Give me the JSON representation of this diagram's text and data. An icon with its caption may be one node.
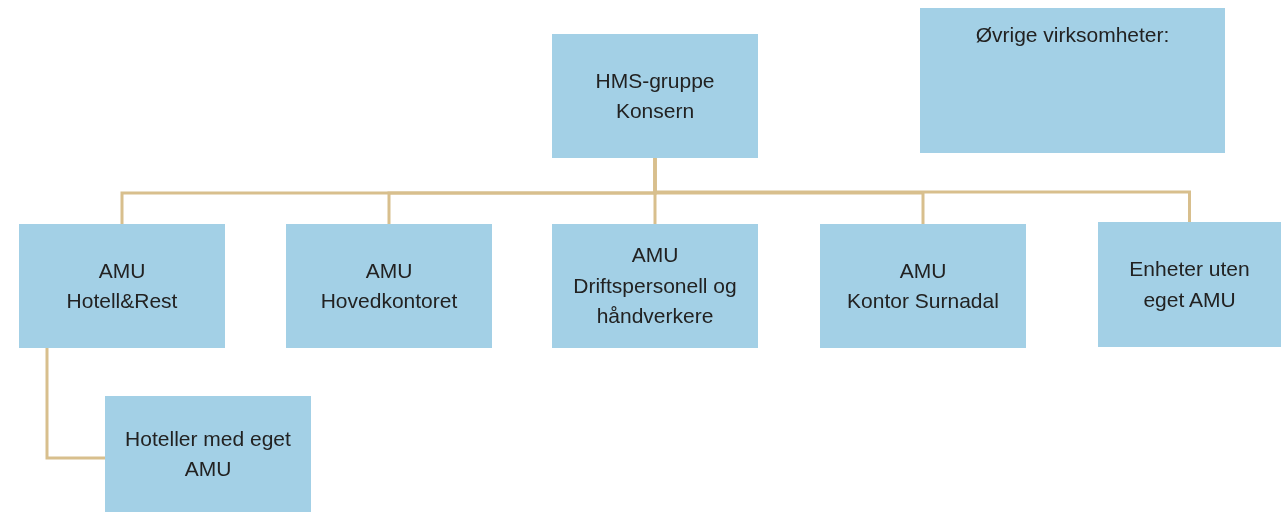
{
  "diagram": {
    "nodes": [
      {
        "text": [
          "HMS-gruppe",
          "Konsern"
        ]
      },
      {
        "text": [
          "Øvrige virksomheter:"
        ]
      },
      {
        "text": [
          "AMU",
          "Hotell&Rest"
        ]
      },
      {
        "text": [
          "AMU",
          "Hovedkontoret"
        ]
      },
      {
        "text": [
          "AMU",
          "Driftspersonell og håndverkere"
        ]
      },
      {
        "text": [
          "AMU",
          "Kontor Surnadal"
        ]
      },
      {
        "text": [
          "Enheter uten eget AMU"
        ]
      },
      {
        "text": [
          "Hoteller med eget AMU"
        ]
      }
    ],
    "edges": [
      {
        "from": 0,
        "to": 2,
        "arrow": "none"
      },
      {
        "from": 0,
        "to": 3,
        "arrow": "none"
      },
      {
        "from": 0,
        "to": 4,
        "arrow": "none"
      },
      {
        "from": 0,
        "to": 5,
        "arrow": "none"
      },
      {
        "from": 0,
        "to": 6,
        "arrow": "none"
      },
      {
        "from": 2,
        "to": 7,
        "arrow": "none"
      }
    ]
  }
}
